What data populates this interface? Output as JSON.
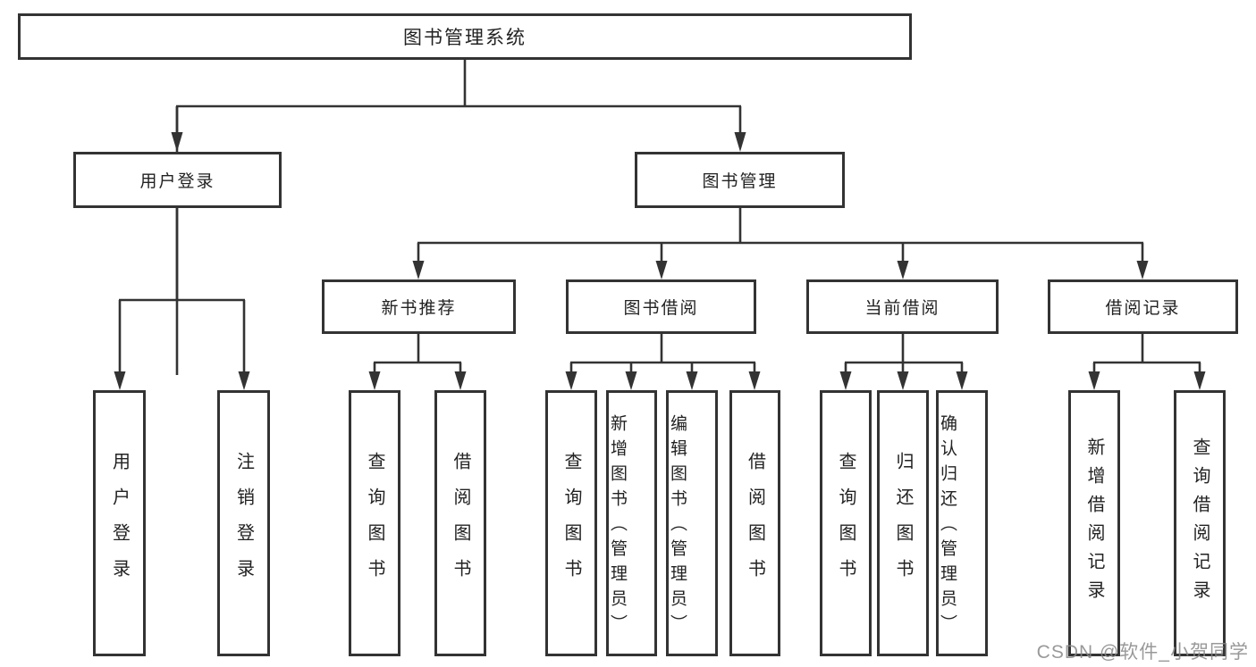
{
  "title": "图书管理系统",
  "nodes": {
    "root": "图书管理系统",
    "user_login": "用户登录",
    "book_management": "图书管理",
    "new_book_recommend": "新书推荐",
    "book_borrowing": "图书借阅",
    "current_borrowing": "当前借阅",
    "borrowing_records": "借阅记录",
    "leaf_user_login": "用户登录",
    "leaf_logout": "注销登录",
    "leaf_query_books_rec": "查询图书",
    "leaf_borrow_books_rec": "借阅图书",
    "leaf_query_books_borrow": "查询图书",
    "leaf_add_books_admin": "新增图书（管理员）",
    "leaf_edit_books_admin": "编辑图书（管理员）",
    "leaf_borrow_books_borrow": "借阅图书",
    "leaf_query_books_current": "查询图书",
    "leaf_return_books": "归还图书",
    "leaf_confirm_return_admin": "确认归还（管理员）",
    "leaf_add_borrow_record": "新增借阅记录",
    "leaf_query_borrow_record": "查询借阅记录"
  },
  "watermark": "CSDN @软件_小贺同学",
  "colors": {
    "line": "#333333",
    "text": "#222222",
    "background": "#ffffff",
    "watermark_text": "#878787"
  }
}
